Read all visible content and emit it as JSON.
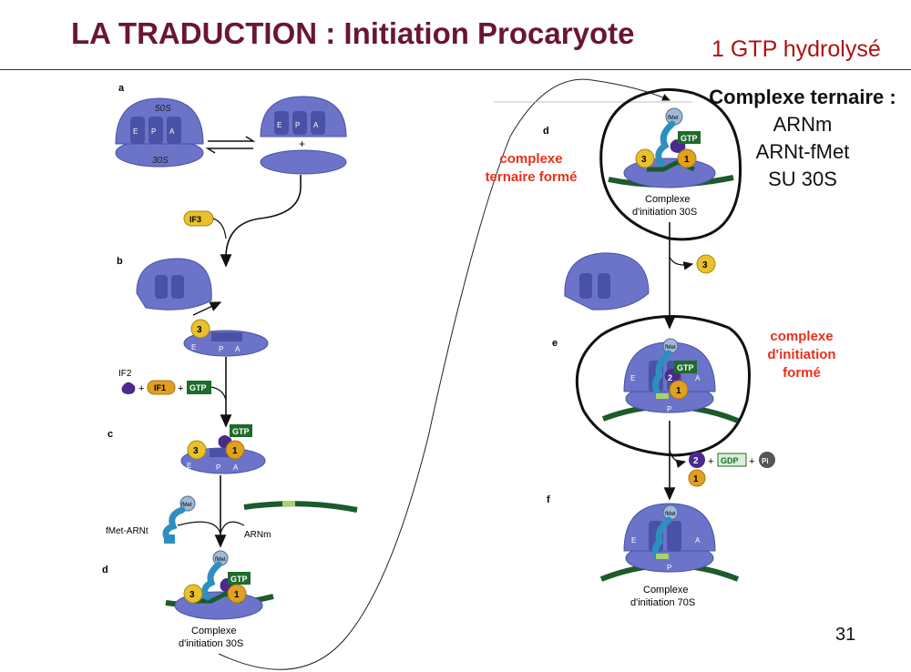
{
  "title": "LA TRADUCTION : Initiation Procaryote",
  "gtp_note": "1 GTP hydrolysé",
  "page_number": "31",
  "ternary_box": {
    "heading": "Complexe ternaire :",
    "items": [
      "ARNm",
      "ARNt-fMet",
      "SU 30S"
    ]
  },
  "annotations": {
    "complex_formed": [
      "complexe",
      "ternaire formé"
    ],
    "initiation_formed": [
      "complexe",
      "d'initiation",
      "formé"
    ]
  },
  "left_panel": {
    "step_labels": [
      "a",
      "b",
      "c",
      "d"
    ],
    "sub_50s": "50S",
    "sub_30s": "30S",
    "sites": [
      "E",
      "P",
      "A"
    ],
    "plus": "+",
    "if3": "IF3",
    "if2": "IF2",
    "if1": "IF1",
    "gtp": "GTP",
    "factor_3": "3",
    "factor_1": "1",
    "fmet": "fMet",
    "trna_label": "fMet-ARNt",
    "mrna_label": "ARNm",
    "complex30_line1": "Complexe",
    "complex30_line2": "d'initiation 30S"
  },
  "right_panel": {
    "step_labels": [
      "d",
      "e",
      "f"
    ],
    "gdp": "GDP",
    "pi": "Pi",
    "factor_2": "2",
    "complex70_line1": "Complexe",
    "complex70_line2": "d'initiation 70S"
  },
  "colors": {
    "title": "#6a1535",
    "note_red": "#b01010",
    "annotation_red": "#e8301c",
    "ribosome": "#6b74c8",
    "ribosome_dark": "#4a52a8",
    "if_yellow": "#e8c12c",
    "if_orange": "#e0a020",
    "if2_purple": "#4b2a8c",
    "gtp_green": "#1e6b2a",
    "mrna_green": "#1d5a2c",
    "trna_blue": "#2d8fbf"
  }
}
